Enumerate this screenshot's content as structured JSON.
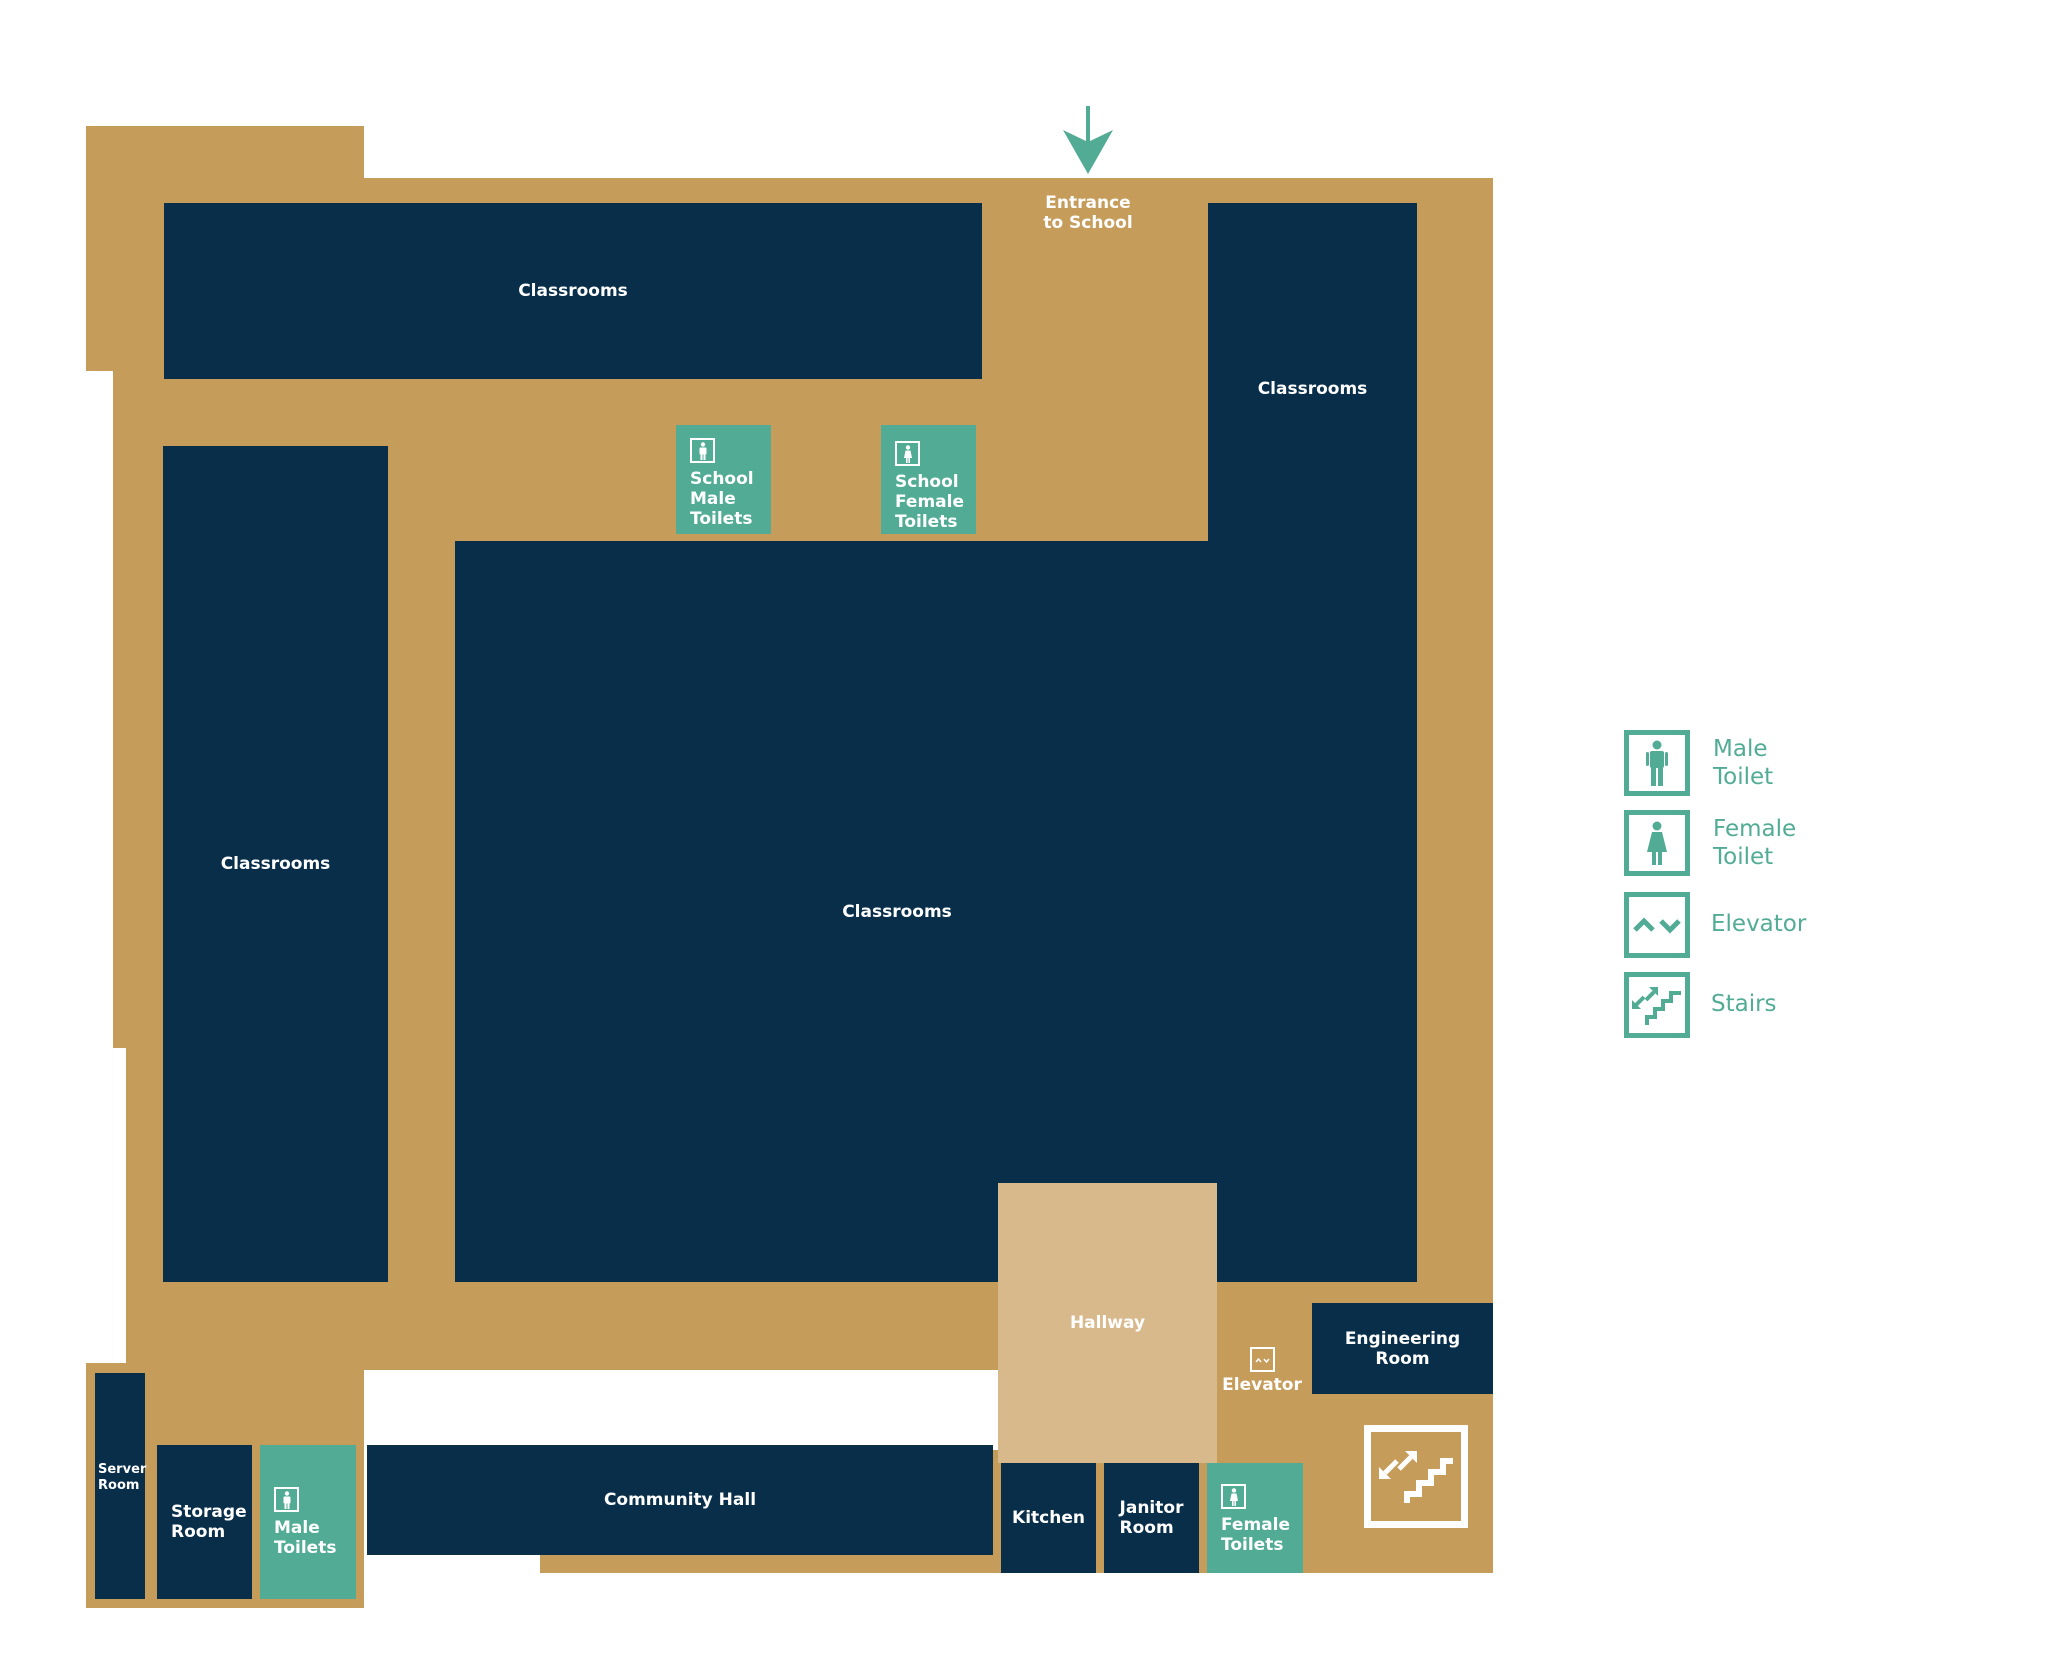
{
  "colors": {
    "floor": "#c69c5b",
    "room": "#082e4a",
    "toilet": "#52ac95",
    "hallway": "#d8b98c",
    "label": "#ffffff",
    "legend": "#52ac95"
  },
  "entrance": {
    "label": "Entrance\nto School",
    "icon": "arrow-down-icon"
  },
  "rooms": {
    "classrooms_top": "Classrooms",
    "classrooms_right": "Classrooms",
    "classrooms_left": "Classrooms",
    "classrooms_center": "Classrooms",
    "school_male_toilets": "School\nMale\nToilets",
    "school_female_toilets": "School\nFemale\nToilets",
    "hallway": "Hallway",
    "elevator": "Elevator",
    "engineering_room": "Engineering\nRoom",
    "server_room": "Server\nRoom",
    "storage_room": "Storage\nRoom",
    "male_toilets": "Male\nToilets",
    "community_hall": "Community Hall",
    "kitchen": "Kitchen",
    "janitor_room": "Janitor\nRoom",
    "female_toilets": "Female\nToilets",
    "stairs_icon": "stairs-icon"
  },
  "legend": {
    "items": [
      {
        "icon": "male-toilet-icon",
        "label": "Male\nToilet"
      },
      {
        "icon": "female-toilet-icon",
        "label": "Female\nToilet"
      },
      {
        "icon": "elevator-icon",
        "label": "Elevator"
      },
      {
        "icon": "stairs-icon",
        "label": "Stairs"
      }
    ]
  }
}
